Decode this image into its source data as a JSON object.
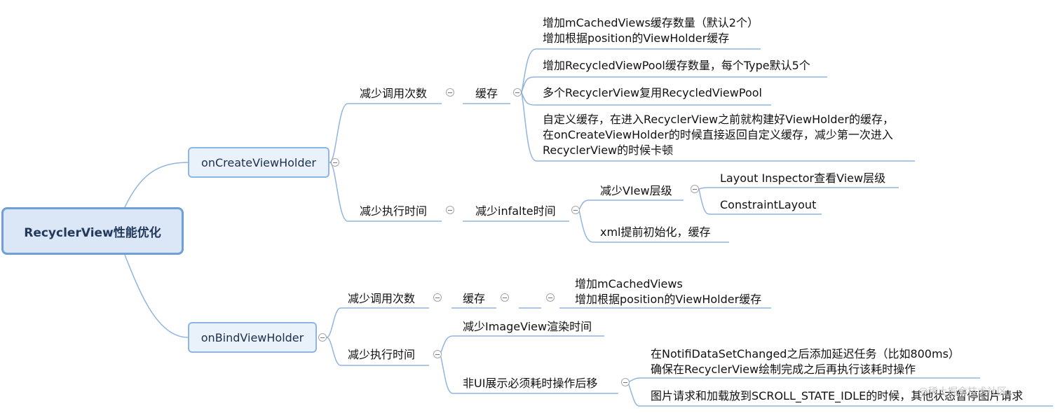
{
  "root": "RecyclerView性能优化",
  "create": {
    "label": "onCreateViewHolder",
    "calls": {
      "label": "减少调用次数",
      "cache": {
        "label": "缓存",
        "items": [
          [
            "增加mCachedViews缓存数量（默认2个）",
            "增加根据position的ViewHolder缓存"
          ],
          [
            "增加RecycledViewPool缓存数量，每个Type默认5个"
          ],
          [
            "多个RecyclerView复用RecycledViewPool"
          ],
          [
            "自定义缓存，在进入RecyclerView之前就构建好ViewHolder的缓存，",
            "在onCreateViewHolder的时候直接返回自定义缓存，减少第一次进入",
            "RecyclerView的时候卡顿"
          ]
        ]
      }
    },
    "exec": {
      "label": "减少执行时间",
      "inflate": {
        "label": "减少infalte时间",
        "view_levels": {
          "label": "减少VIew层级",
          "items": [
            "Layout Inspector查看View层级",
            "ConstraintLayout"
          ]
        },
        "xml": "xml提前初始化，缓存"
      }
    }
  },
  "bind": {
    "label": "onBindViewHolder",
    "calls": {
      "label": "减少调用次数",
      "cache": {
        "label": "缓存",
        "items": [
          "增加mCachedViews",
          "增加根据position的ViewHolder缓存"
        ]
      }
    },
    "exec": {
      "label": "减少执行时间",
      "image_view": "减少ImageView渲染时间",
      "defer": {
        "label": "非UI展示必须耗时操作后移",
        "items": [
          [
            "在NotifiDataSetChanged之后添加延迟任务（比如800ms）",
            "确保在RecyclerView绘制完成之后再执行该耗时操作"
          ],
          [
            "图片请求和加载放到SCROLL_STATE_IDLE的时候，其他状态暂停图片请求"
          ]
        ]
      }
    }
  },
  "watermark": "@稀土掘金技术社区",
  "colors": {
    "line": "#8fb5e0",
    "root_border": "#6e9fd6",
    "root_fill": "#dbe7f6",
    "box_fill": "#e9f1fb"
  }
}
